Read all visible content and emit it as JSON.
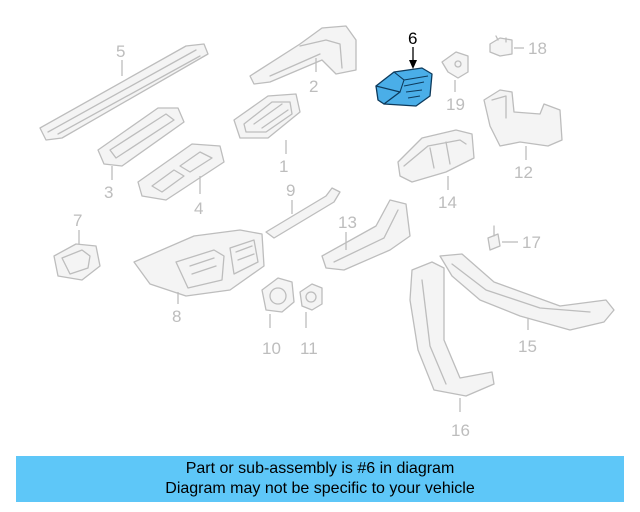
{
  "callouts": {
    "c1": "1",
    "c2": "2",
    "c3": "3",
    "c4": "4",
    "c5": "5",
    "c6": "6",
    "c7": "7",
    "c8": "8",
    "c9": "9",
    "c10": "10",
    "c11": "11",
    "c12": "12",
    "c13": "13",
    "c14": "14",
    "c15": "15",
    "c16": "16",
    "c17": "17",
    "c18": "18",
    "c19": "19"
  },
  "highlighted_part": "6",
  "colors": {
    "highlight_fill": "#4aaee8",
    "banner": "#5ec7f8",
    "line_art": "#bdbdbd"
  },
  "caption": {
    "line1": "Part or sub-assembly is #6 in diagram",
    "line2": "Diagram may not be specific to your vehicle"
  }
}
